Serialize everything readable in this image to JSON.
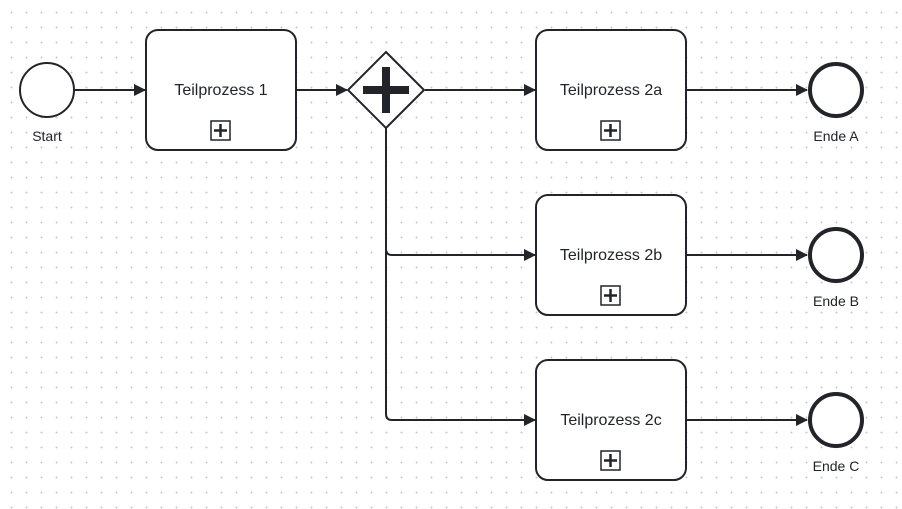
{
  "diagram": {
    "type": "bpmn",
    "colors": {
      "stroke": "#22242a",
      "fill": "#ffffff",
      "grid_dot": "#c8c8c8"
    },
    "start_event": {
      "id": "start",
      "label": "Start"
    },
    "tasks": [
      {
        "id": "t1",
        "label": "Teilprozess 1",
        "marker": "collapsed-subprocess-plus"
      },
      {
        "id": "t2a",
        "label": "Teilprozess 2a",
        "marker": "collapsed-subprocess-plus"
      },
      {
        "id": "t2b",
        "label": "Teilprozess 2b",
        "marker": "collapsed-subprocess-plus"
      },
      {
        "id": "t2c",
        "label": "Teilprozess 2c",
        "marker": "collapsed-subprocess-plus"
      }
    ],
    "gateway": {
      "id": "gw",
      "kind": "parallel",
      "label": ""
    },
    "end_events": [
      {
        "id": "endA",
        "label": "Ende A"
      },
      {
        "id": "endB",
        "label": "Ende B"
      },
      {
        "id": "endC",
        "label": "Ende C"
      }
    ],
    "flows": [
      {
        "from": "start",
        "to": "t1"
      },
      {
        "from": "t1",
        "to": "gw"
      },
      {
        "from": "gw",
        "to": "t2a"
      },
      {
        "from": "gw",
        "to": "t2b"
      },
      {
        "from": "gw",
        "to": "t2c"
      },
      {
        "from": "t2a",
        "to": "endA"
      },
      {
        "from": "t2b",
        "to": "endB"
      },
      {
        "from": "t2c",
        "to": "endC"
      }
    ]
  }
}
